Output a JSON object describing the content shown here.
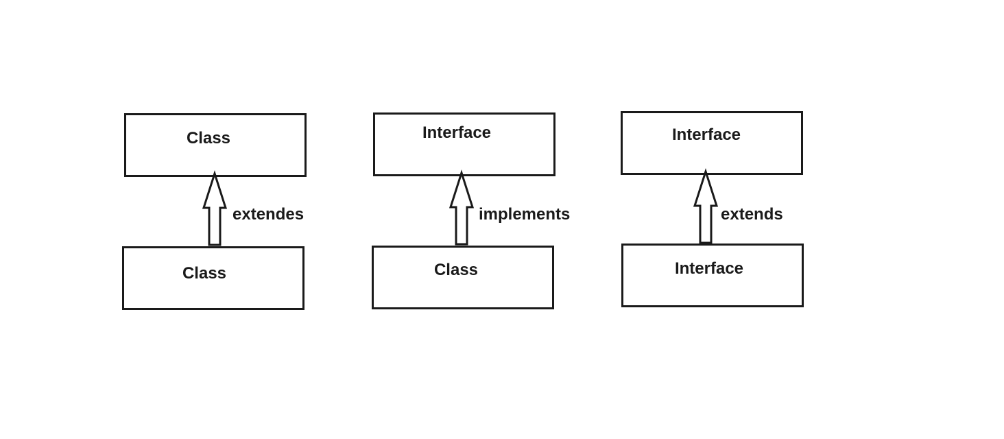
{
  "diagrams": [
    {
      "parent": "Class",
      "child": "Class",
      "relation": "extendes"
    },
    {
      "parent": "Interface",
      "child": "Class",
      "relation": "implements"
    },
    {
      "parent": "Interface",
      "child": "Interface",
      "relation": "extends"
    }
  ]
}
